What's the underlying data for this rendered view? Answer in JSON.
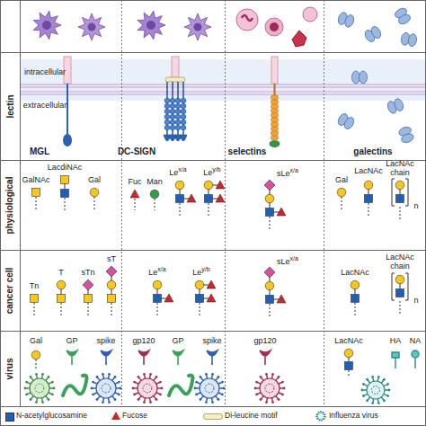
{
  "diagram": {
    "labels": [
      "lectin",
      "physiological",
      "cancer cell",
      "virus",
      "intracellular",
      "extracellular",
      "MGL",
      "DC-SIGN",
      "selectins",
      "galectins",
      "GalNAc",
      "LacdiNAc",
      "Gal",
      "Fuc",
      "Man",
      "Lex/a",
      "Ley/b",
      "sLex/a",
      "Gal",
      "LacNAc",
      "LacNAc chain",
      "n",
      "Tn",
      "T",
      "sTn",
      "sT",
      "Lex/a",
      "Ley/b",
      "sLex/a",
      "LacNAc",
      "LacNAc chain",
      "n",
      "Gal",
      "GP",
      "spike",
      "gp120",
      "GP",
      "spike",
      "gp120",
      "LacNAc",
      "HA",
      "NA"
    ],
    "legend": [
      {
        "text": "N-acetylglucosamine",
        "color": "#1f5fb8"
      },
      {
        "text": "Fucose",
        "color": "#d1242a"
      },
      {
        "text": "Di-leucine motif",
        "color": "#f5edc8"
      },
      {
        "text": "Influenza virus"
      }
    ]
  }
}
